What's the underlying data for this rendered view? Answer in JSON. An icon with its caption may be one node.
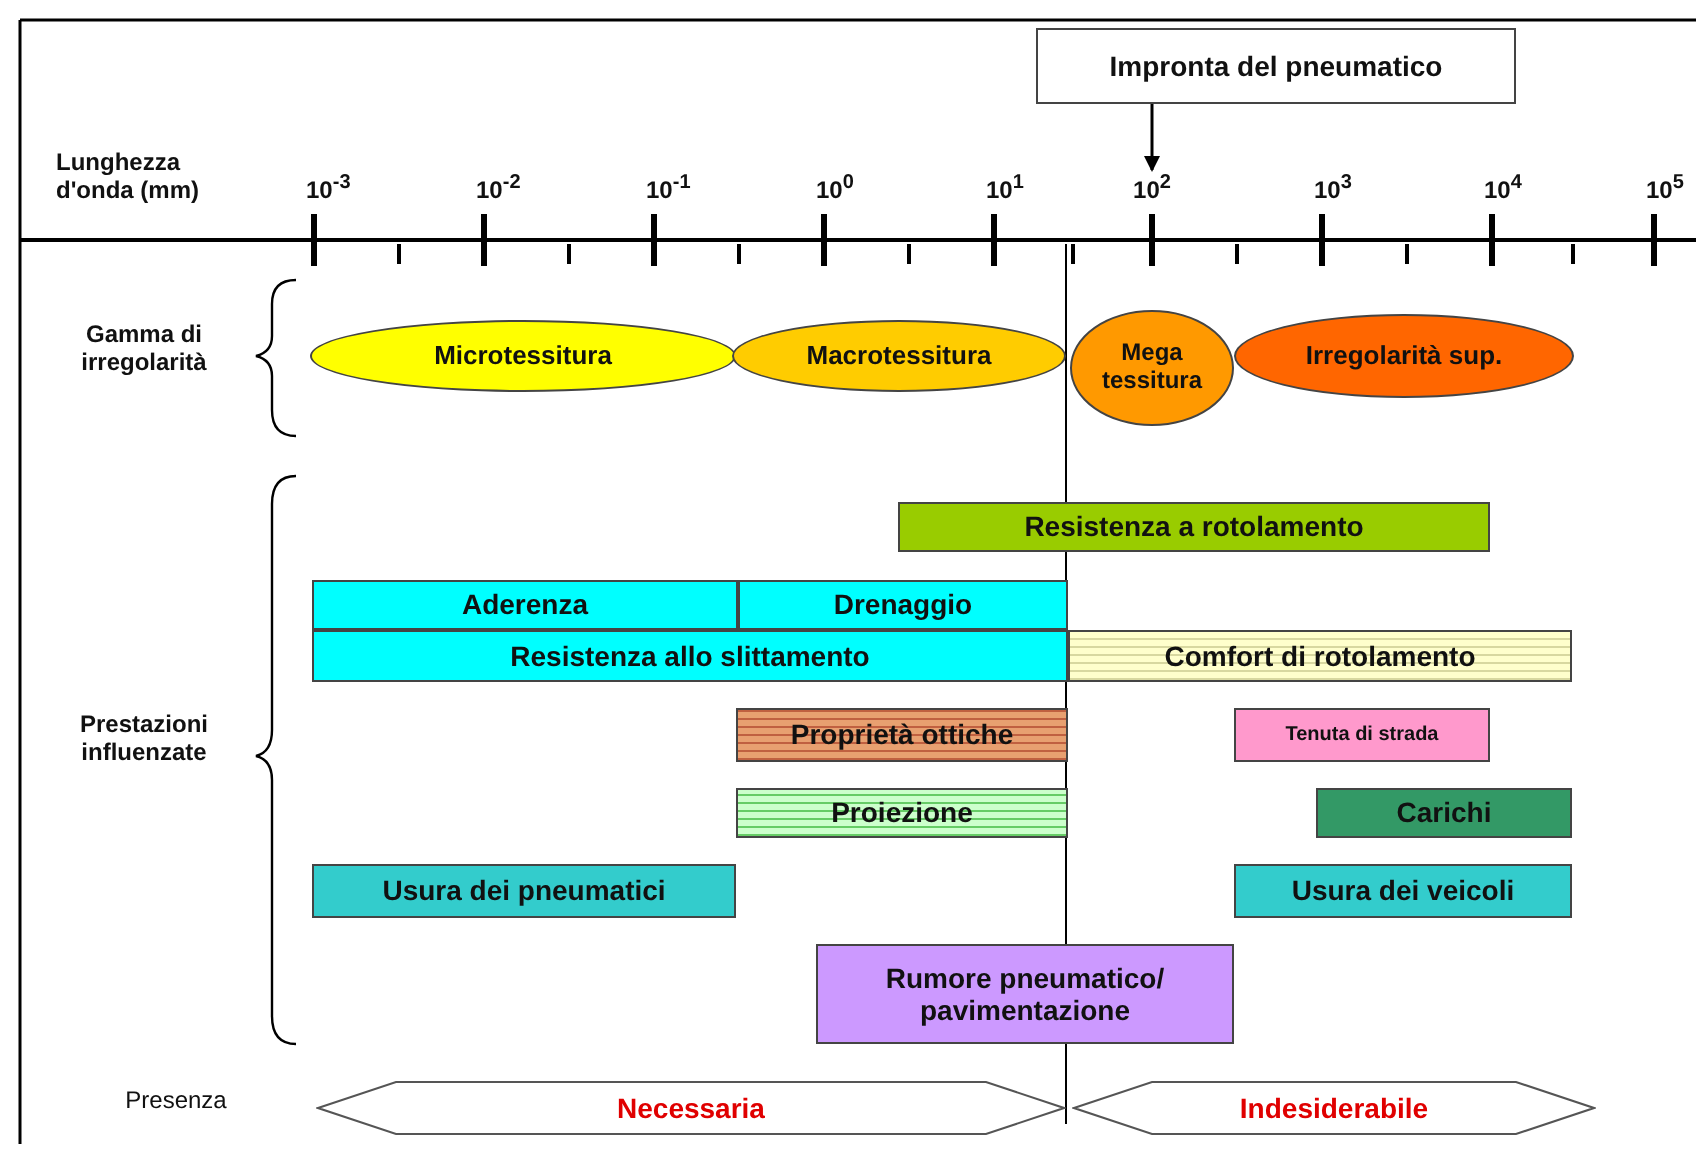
{
  "diagram": {
    "nodes": [
      {
        "text": [
          "Impronta del pneumatico"
        ]
      },
      {
        "text": [
          "Microtessitura"
        ]
      },
      {
        "text": [
          "Macrotessitura"
        ]
      },
      {
        "text": [
          "Mega tessitura"
        ]
      },
      {
        "text": [
          "Irregolarità sup."
        ]
      },
      {
        "text": [
          "Resistenza a rotolamento"
        ]
      },
      {
        "text": [
          "Aderenza"
        ]
      },
      {
        "text": [
          "Drenaggio"
        ]
      },
      {
        "text": [
          "Resistenza allo slittamento"
        ]
      },
      {
        "text": [
          "Comfort di rotolamento"
        ]
      },
      {
        "text": [
          "Proprietà ottiche"
        ]
      },
      {
        "text": [
          "Tenuta di strada"
        ]
      },
      {
        "text": [
          "Proiezione"
        ]
      },
      {
        "text": [
          "Carichi"
        ]
      },
      {
        "text": [
          "Usura dei pneumatici"
        ]
      },
      {
        "text": [
          "Usura dei veicoli"
        ]
      },
      {
        "text": [
          "Rumore pneumatico/ pavimentazione"
        ]
      },
      {
        "text": [
          "Necessaria"
        ]
      },
      {
        "text": [
          "Indesiderabile"
        ]
      },
      {
        "text": [
          "10$^{2}$"
        ]
      }
    ],
    "edges": [
      {
        "from": 0,
        "to": 19,
        "arrow": "to"
      }
    ],
    "labels": [
      "Lunghezza d'onda (mm)",
      "10$^{-3}$",
      "10$^{-2}$",
      "10$^{-1}$",
      "10$^{0}$",
      "10$^{1}$",
      "10$^{3}$",
      "10$^{4}$",
      "10$^{5}$",
      "Gamma di irregolarità",
      "Prestazioni influenzate",
      "Presenza"
    ]
  }
}
